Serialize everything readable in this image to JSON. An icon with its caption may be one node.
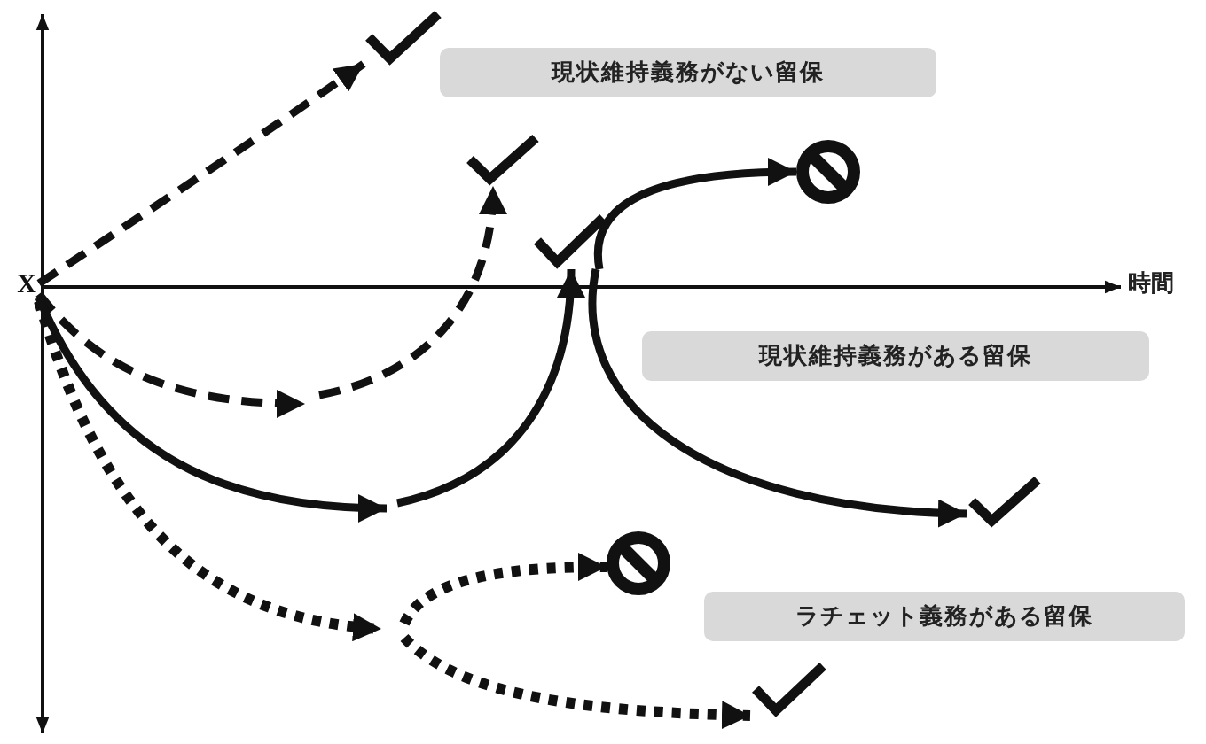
{
  "diagram": {
    "nodes": [
      {
        "text": [
          "X"
        ]
      },
      {
        "text": [],
        "shape": "checkmark"
      },
      {
        "text": [],
        "shape": "checkmark"
      },
      {
        "text": [],
        "shape": "checkmark"
      },
      {
        "text": [],
        "shape": "prohibition"
      },
      {
        "text": [],
        "shape": "checkmark"
      },
      {
        "text": [],
        "shape": "prohibition"
      },
      {
        "text": [],
        "shape": "checkmark"
      },
      {
        "text": [
          "現状維持義務がない留保"
        ]
      },
      {
        "text": [
          "現状維持義務がある留保"
        ]
      },
      {
        "text": [
          "ラチェット義務がある留保"
        ]
      }
    ],
    "edges": [
      {
        "from": 0,
        "to": 1,
        "arrow": "to",
        "style": "dashed"
      },
      {
        "from": 0,
        "to": null,
        "arrow": "to",
        "style": "dashed"
      },
      {
        "from": null,
        "to": 2,
        "arrow": "to",
        "style": "dashed"
      },
      {
        "from": 0,
        "to": null,
        "arrow": "to"
      },
      {
        "from": null,
        "to": 3,
        "arrow": "to"
      },
      {
        "from": 3,
        "to": 4,
        "arrow": "to"
      },
      {
        "from": 3,
        "to": 5,
        "arrow": "to"
      },
      {
        "from": 0,
        "to": null,
        "arrow": "to",
        "style": "dashed"
      },
      {
        "from": null,
        "to": 6,
        "arrow": "to",
        "style": "dashed"
      },
      {
        "from": null,
        "to": 7,
        "arrow": "to",
        "style": "dashed"
      }
    ],
    "labels": [
      "時間"
    ]
  }
}
